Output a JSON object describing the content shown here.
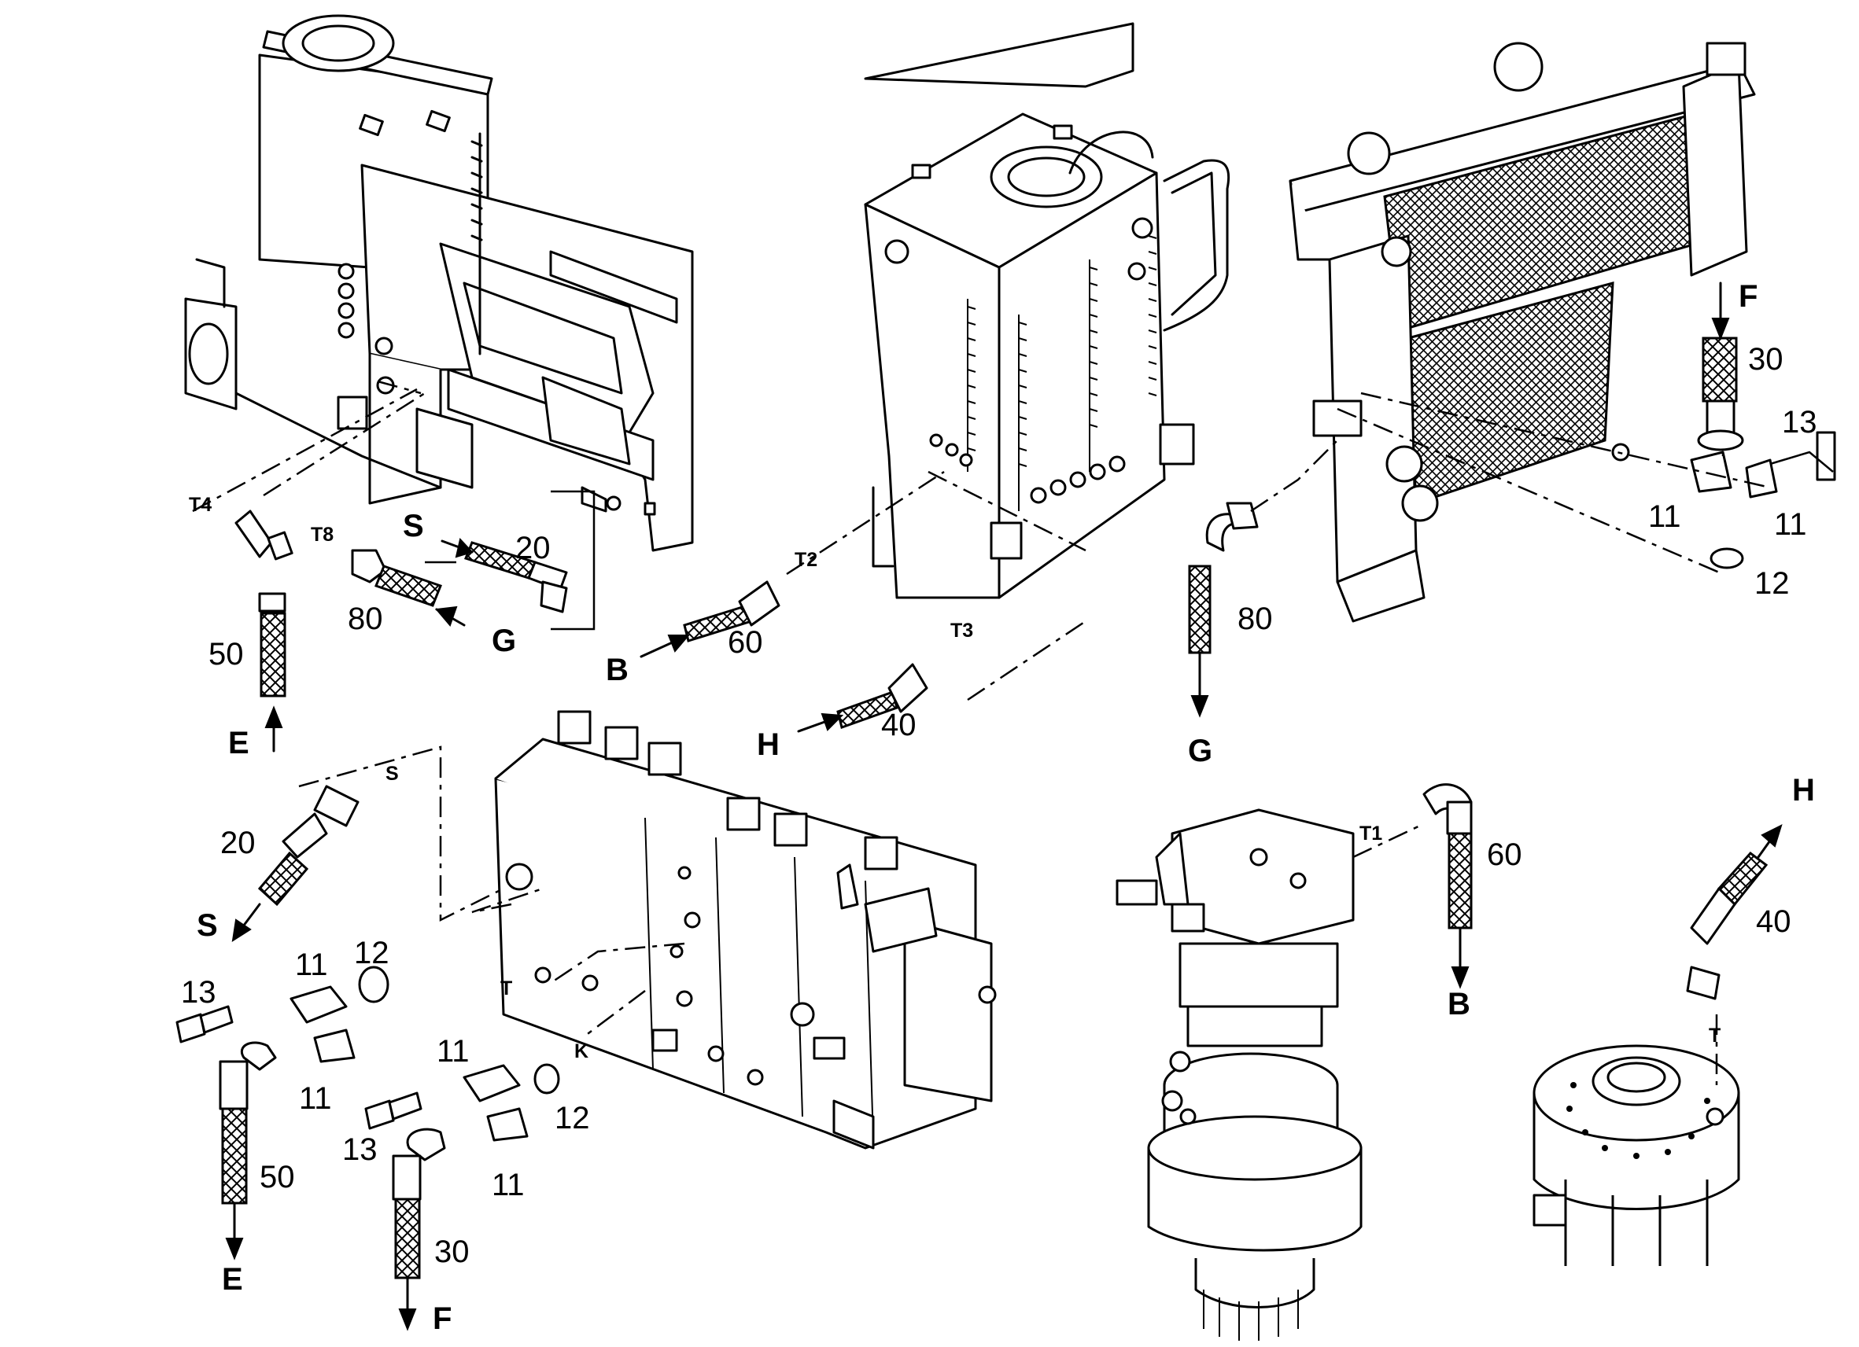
{
  "callouts": {
    "n20a": "20",
    "n80a": "80",
    "n50a": "50",
    "n60a": "60",
    "n40a": "40",
    "n80b": "80",
    "n30a": "30",
    "n13a": "13",
    "n11a": "11",
    "n11b": "11",
    "n12a": "12",
    "n20b": "20",
    "n11c": "11",
    "n12b": "12",
    "n13b": "13",
    "n11d": "11",
    "n50b": "50",
    "n11e": "11",
    "n12c": "12",
    "n13c": "13",
    "n11f": "11",
    "n30b": "30",
    "n60b": "60",
    "n40b": "40"
  },
  "letters": {
    "S1": "S",
    "G1": "G",
    "E1": "E",
    "B1": "B",
    "H1": "H",
    "G2": "G",
    "F1": "F",
    "S2": "S",
    "E2": "E",
    "F2": "F",
    "B2": "B",
    "H2": "H"
  },
  "ports": {
    "T4": "T4",
    "T8": "T8",
    "T2": "T2",
    "T3": "T3",
    "S": "S",
    "T": "T",
    "K": "K",
    "T1": "T1",
    "Tswivel": "T"
  }
}
